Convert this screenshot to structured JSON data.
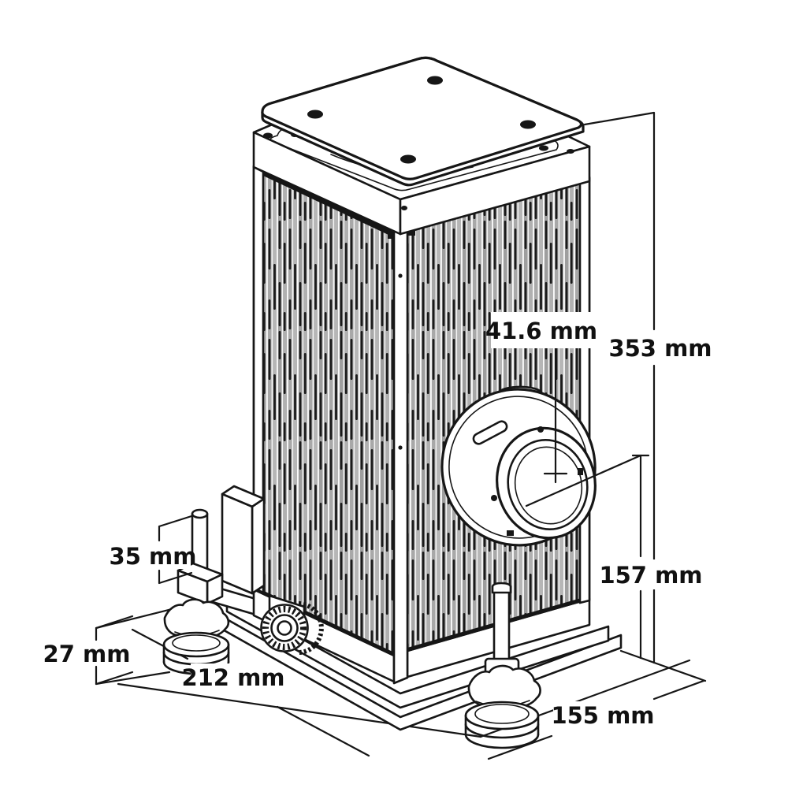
{
  "drawing": {
    "type": "isometric-dimension-drawing",
    "subject": "Tower-style optical unit with finned heatsink body, top mounting plate, front lens assembly, adjustment wheel and levelling feet",
    "units": "mm",
    "labels": {
      "lens_diameter": "41.6 mm",
      "total_height": "353 mm",
      "lens_center_height": "157 mm",
      "rear_post_length": "35 mm",
      "foot_height": "27 mm",
      "base_depth": "212 mm",
      "base_width": "155 mm"
    },
    "colors": {
      "line": "#161616",
      "background": "#ffffff",
      "fin_light": "#c4c4c4",
      "fin_mid": "#a8a8a8",
      "fin_dark": "#1a1a1a"
    }
  }
}
